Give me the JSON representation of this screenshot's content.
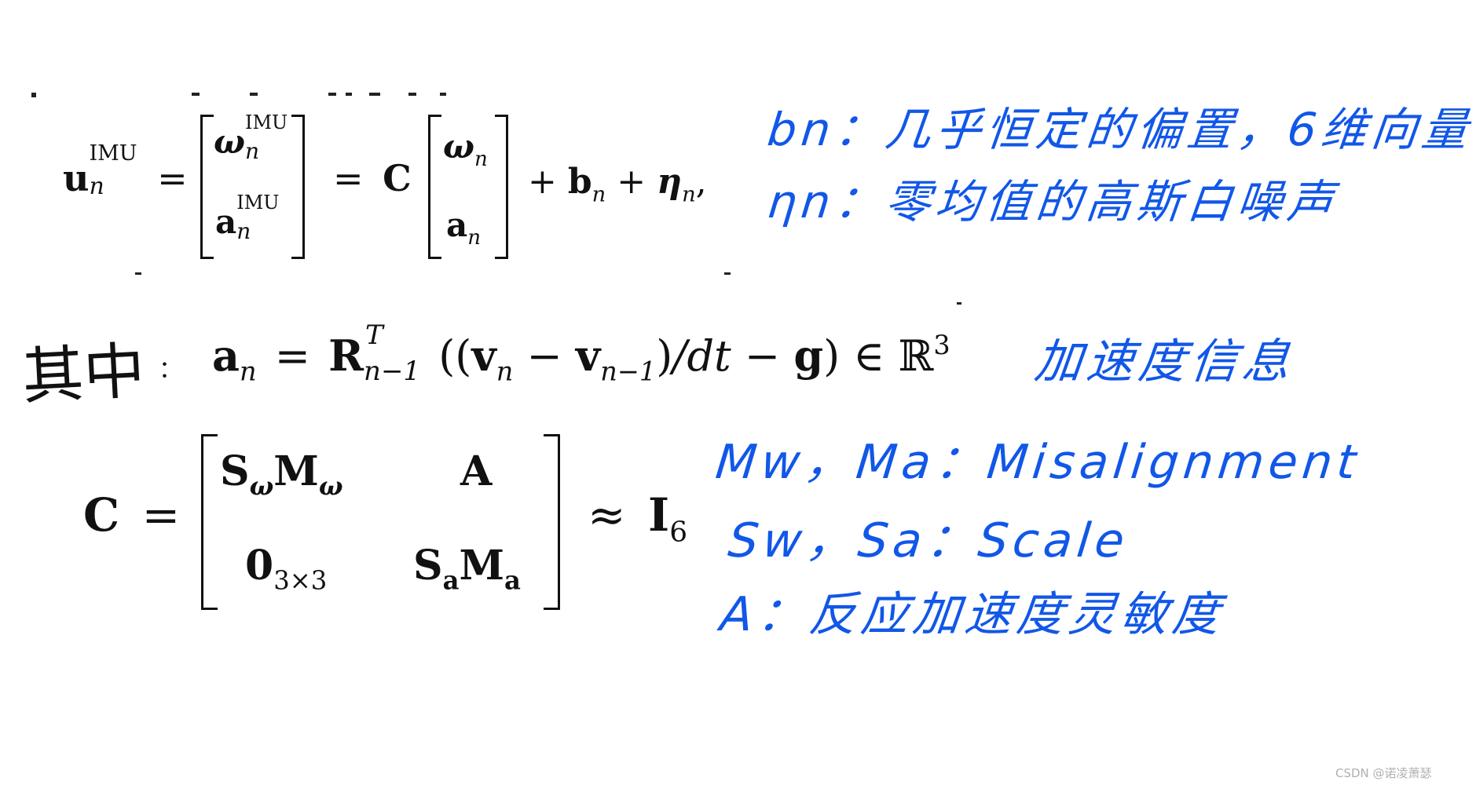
{
  "equation1": {
    "u": "u",
    "u_sub": "n",
    "u_sup": "IMU",
    "eq": "=",
    "omega": "ω",
    "omega_sub": "n",
    "omega_sup": "IMU",
    "a": "a",
    "a_sub": "n",
    "a_sup": "IMU",
    "eq2": "=",
    "C": "C",
    "omega2": "ω",
    "omega2_sub": "n",
    "a2": "a",
    "a2_sub": "n",
    "plus1": "+",
    "b": "b",
    "b_sub": "n",
    "plus2": "+",
    "eta": "η",
    "eta_sub": "n",
    "comma": ","
  },
  "equation2": {
    "a": "a",
    "a_sub": "n",
    "eq": "=",
    "R": "R",
    "R_sup": "T",
    "R_sub": "n−1",
    "open": "((",
    "v1": "v",
    "v1_sub": "n",
    "minus": "−",
    "v2": "v",
    "v2_sub": "n−1",
    "close": ")",
    "slash_dt": "/dt",
    "minus2": "−",
    "g": "g",
    "close2": ")",
    "in": "∈",
    "R3": "ℝ",
    "R3_sup": "3"
  },
  "equation3": {
    "C": "C",
    "eq": "=",
    "m11_S": "S",
    "m11_S_sub": "ω",
    "m11_M": "M",
    "m11_M_sub": "ω",
    "m12": "A",
    "m21": "0",
    "m21_sub": "3×3",
    "m22_S": "S",
    "m22_S_sub": "a",
    "m22_M": "M",
    "m22_M_sub": "a",
    "approx": "≈",
    "I": "I",
    "I_sub": "6"
  },
  "annotations": {
    "bn": "bn：几乎恒定的偏置，6维向量",
    "eta": "ηn：零均值的高斯白噪声",
    "accel": "加速度信息",
    "qizhong": "其中",
    "colon": "：",
    "mw": "Mw，Ma：Misalignment",
    "sw": "Sw，Sa：Scale",
    "A": "A：反应加速度灵敏度"
  },
  "watermark": "CSDN @诺凌萧瑟",
  "colors": {
    "ink_blue": "#1157e8",
    "ink_black": "#111111",
    "watermark": "#b0b0b0"
  }
}
